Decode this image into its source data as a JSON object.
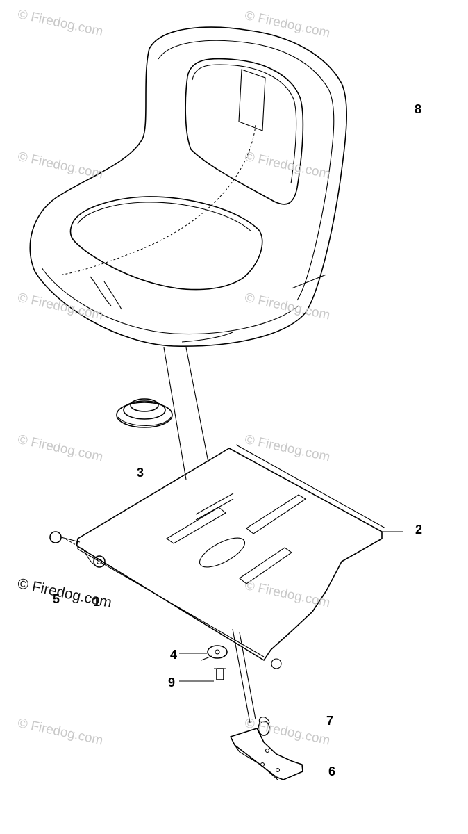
{
  "watermark": {
    "text": "© Firedog.com"
  },
  "callouts": {
    "c1": "1",
    "c2": "2",
    "c3": "3",
    "c4": "4",
    "c5": "5",
    "c6": "6",
    "c7": "7",
    "c8": "8",
    "c9": "9"
  }
}
